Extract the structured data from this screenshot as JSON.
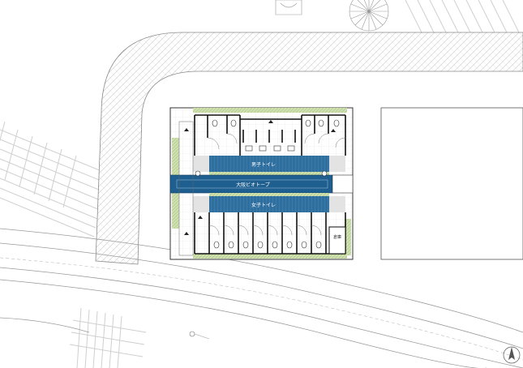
{
  "labels": {
    "mens_toilet": "男子トイレ",
    "multipurpose_slope": "大阪ビオトープ",
    "womens_toilet": "女子トイレ",
    "storage": "倉庫"
  },
  "colors": {
    "blue": "#2f6fa0",
    "blue_dark": "#1f5f8f",
    "green": "#cfe0b6",
    "green_hatch": "#a7c46a",
    "line": "#555555",
    "light_line": "#bfbfbf",
    "wall": "#111111",
    "floor_grid": "#e4e4e4"
  },
  "icons": [
    "north-arrow-icon",
    "tree-icon"
  ]
}
